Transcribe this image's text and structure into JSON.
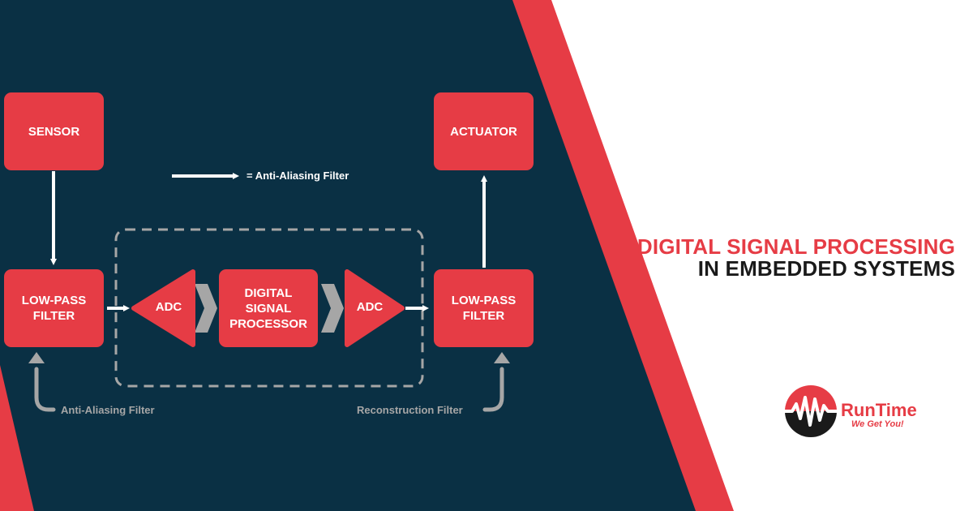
{
  "colors": {
    "navy": "#0a3044",
    "red": "#e63c45",
    "white": "#ffffff",
    "gray": "#a6a6a6",
    "black": "#1a1a1a"
  },
  "diagram": {
    "nodes": {
      "sensor": "SENSOR",
      "actuator": "ACTUATOR",
      "lpf_input": "LOW-PASS\nFILTER",
      "adc_input": "ADC",
      "dsp": "DIGITAL\nSIGNAL\nPROCESSOR",
      "adc_output": "ADC",
      "lpf_output": "LOW-PASS\nFILTER"
    },
    "legend": {
      "arrow_meaning": "= Anti-Aliasing Filter"
    },
    "annotations": {
      "left": "Anti-Aliasing Filter",
      "right": "Reconstruction Filter"
    },
    "edges": [
      [
        "sensor",
        "lpf_input"
      ],
      [
        "lpf_input",
        "adc_input"
      ],
      [
        "adc_input",
        "dsp"
      ],
      [
        "dsp",
        "adc_output"
      ],
      [
        "adc_output",
        "lpf_output"
      ],
      [
        "lpf_output",
        "actuator"
      ]
    ]
  },
  "title": {
    "line1": "DIGITAL SIGNAL PROCESSING",
    "line2": "IN EMBEDDED SYSTEMS"
  },
  "logo": {
    "name": "RunTime",
    "tagline": "We Get You!",
    "icon": "waveform-circle-icon"
  }
}
